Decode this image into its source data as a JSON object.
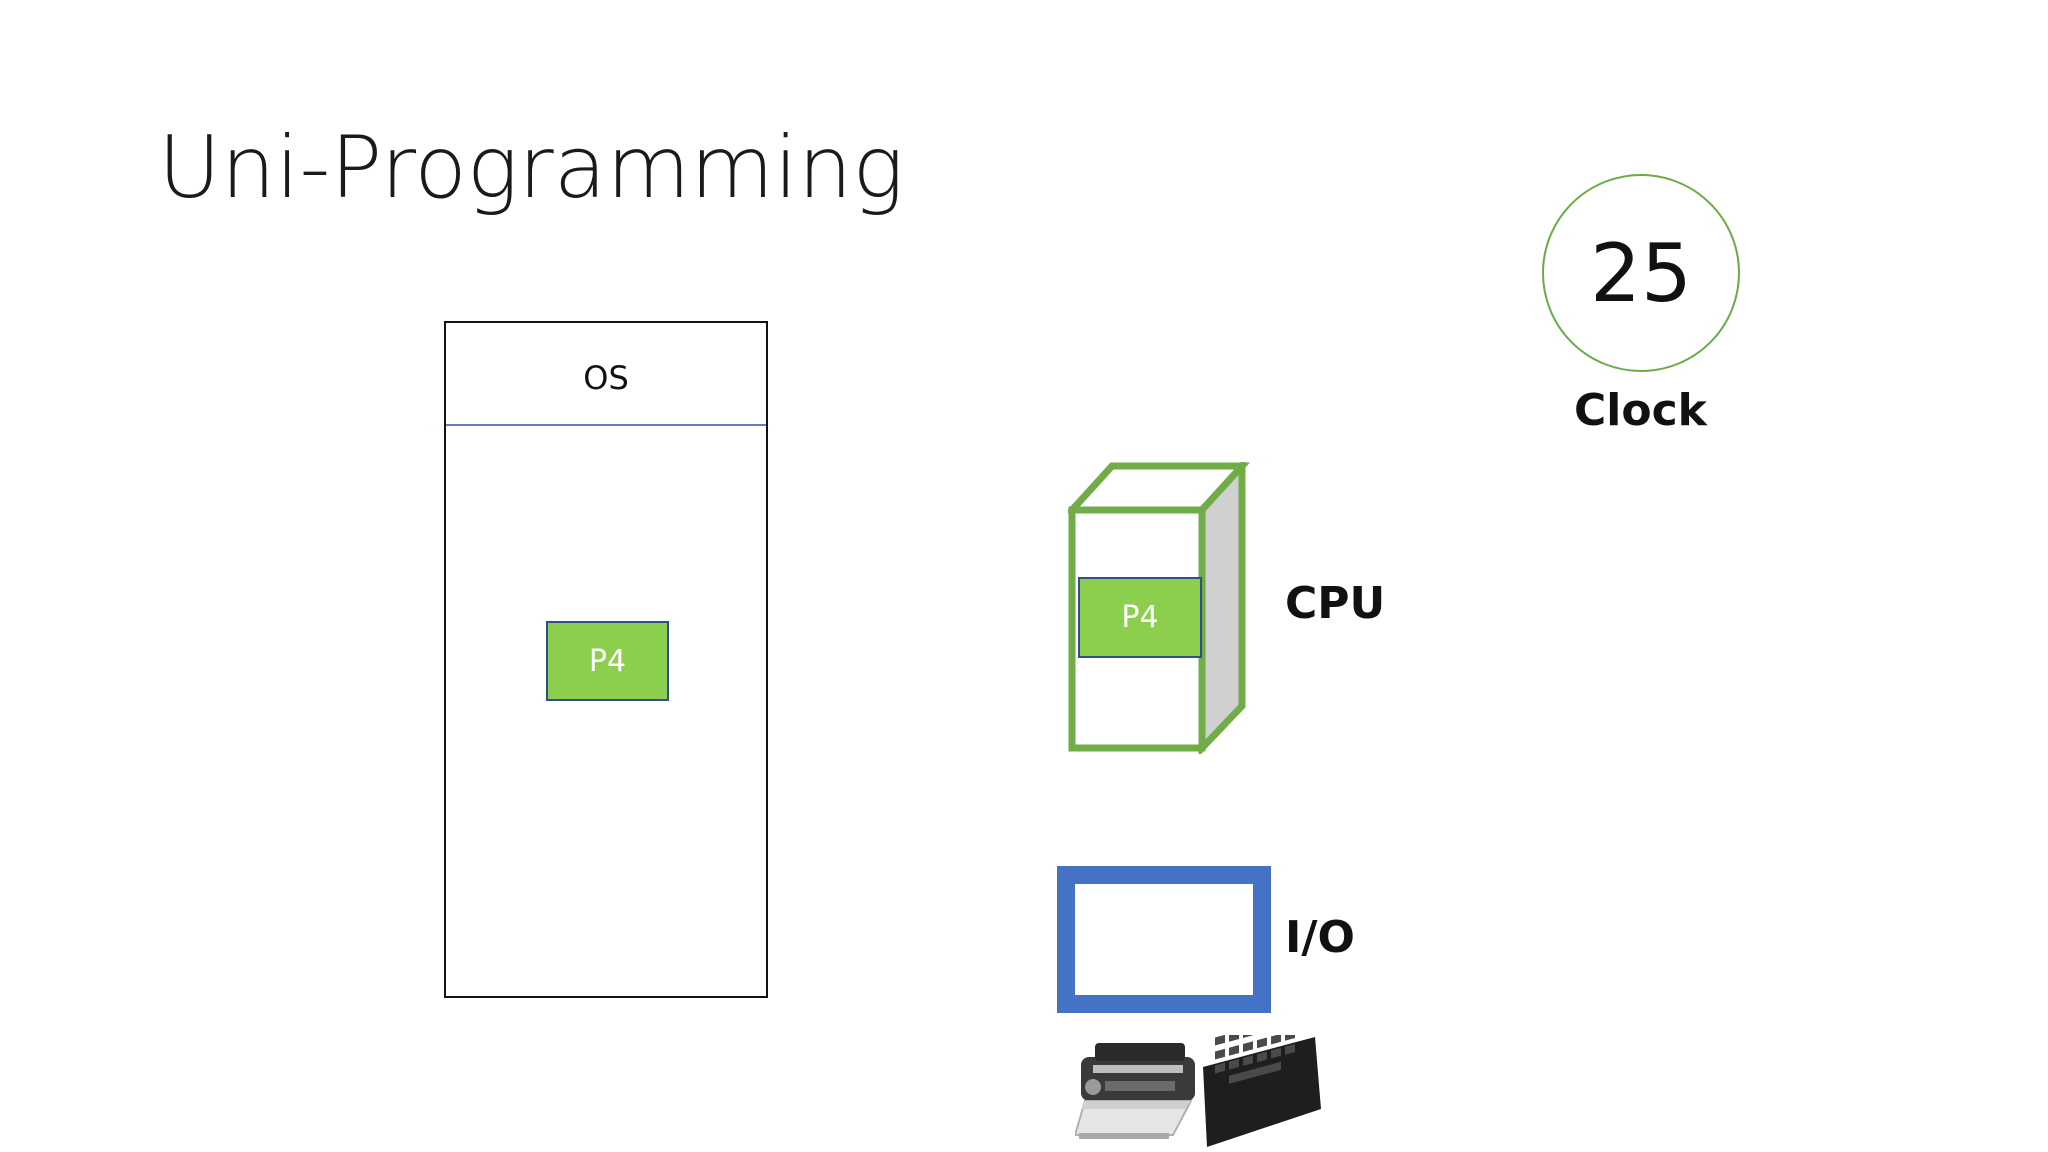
{
  "slide": {
    "title": "Uni-Programming"
  },
  "memory": {
    "os_label": "OS",
    "process_label": "P4"
  },
  "cpu": {
    "label": "CPU",
    "process_label": "P4"
  },
  "io": {
    "label": "I/O",
    "devices": [
      "printer-icon",
      "keyboard-icon"
    ]
  },
  "clock": {
    "value": "25",
    "label": "Clock"
  },
  "colors": {
    "process_fill": "#8ccf4f",
    "process_border": "#2f4f8f",
    "cpu_outline": "#70ad47",
    "io_blue": "#4472c4",
    "clock_ring": "#6aab47"
  }
}
